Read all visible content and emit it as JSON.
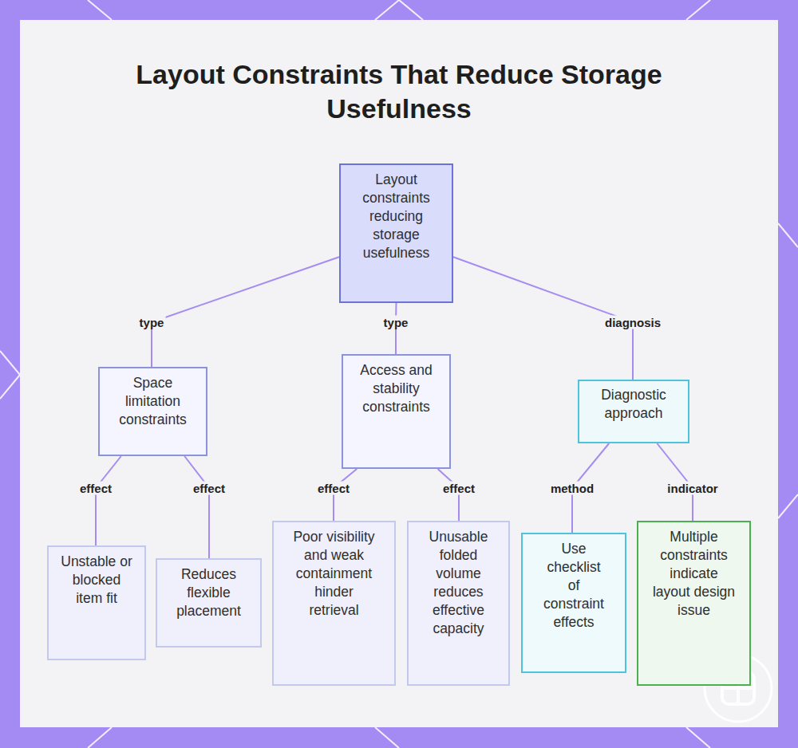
{
  "diagram": {
    "title": "Layout Constraints That Reduce Storage Usefulness",
    "nodes": [
      {
        "text": [
          "Layout constraints reducing storage usefulness"
        ]
      },
      {
        "text": [
          "Space limitation constraints"
        ]
      },
      {
        "text": [
          "Access and stability constraints"
        ]
      },
      {
        "text": [
          "Diagnostic approach"
        ]
      },
      {
        "text": [
          "Unstable or blocked item fit"
        ]
      },
      {
        "text": [
          "Reduces flexible placement"
        ]
      },
      {
        "text": [
          "Poor visibility and weak containment hinder retrieval"
        ]
      },
      {
        "text": [
          "Unusable folded volume reduces effective capacity"
        ]
      },
      {
        "text": [
          "Use checklist of constraint effects"
        ]
      },
      {
        "text": [
          "Multiple constraints indicate layout design issue"
        ]
      }
    ],
    "edges": [
      {
        "from": 0,
        "to": 1,
        "label": "type",
        "arrow": "none"
      },
      {
        "from": 0,
        "to": 2,
        "label": "type",
        "arrow": "none"
      },
      {
        "from": 0,
        "to": 3,
        "label": "diagnosis",
        "arrow": "none"
      },
      {
        "from": 1,
        "to": 4,
        "label": "effect",
        "arrow": "none"
      },
      {
        "from": 1,
        "to": 5,
        "label": "effect",
        "arrow": "none"
      },
      {
        "from": 2,
        "to": 6,
        "label": "effect",
        "arrow": "none"
      },
      {
        "from": 2,
        "to": 7,
        "label": "effect",
        "arrow": "none"
      },
      {
        "from": 3,
        "to": 8,
        "label": "method",
        "arrow": "none"
      },
      {
        "from": 3,
        "to": 9,
        "label": "indicator",
        "arrow": "none"
      }
    ]
  }
}
